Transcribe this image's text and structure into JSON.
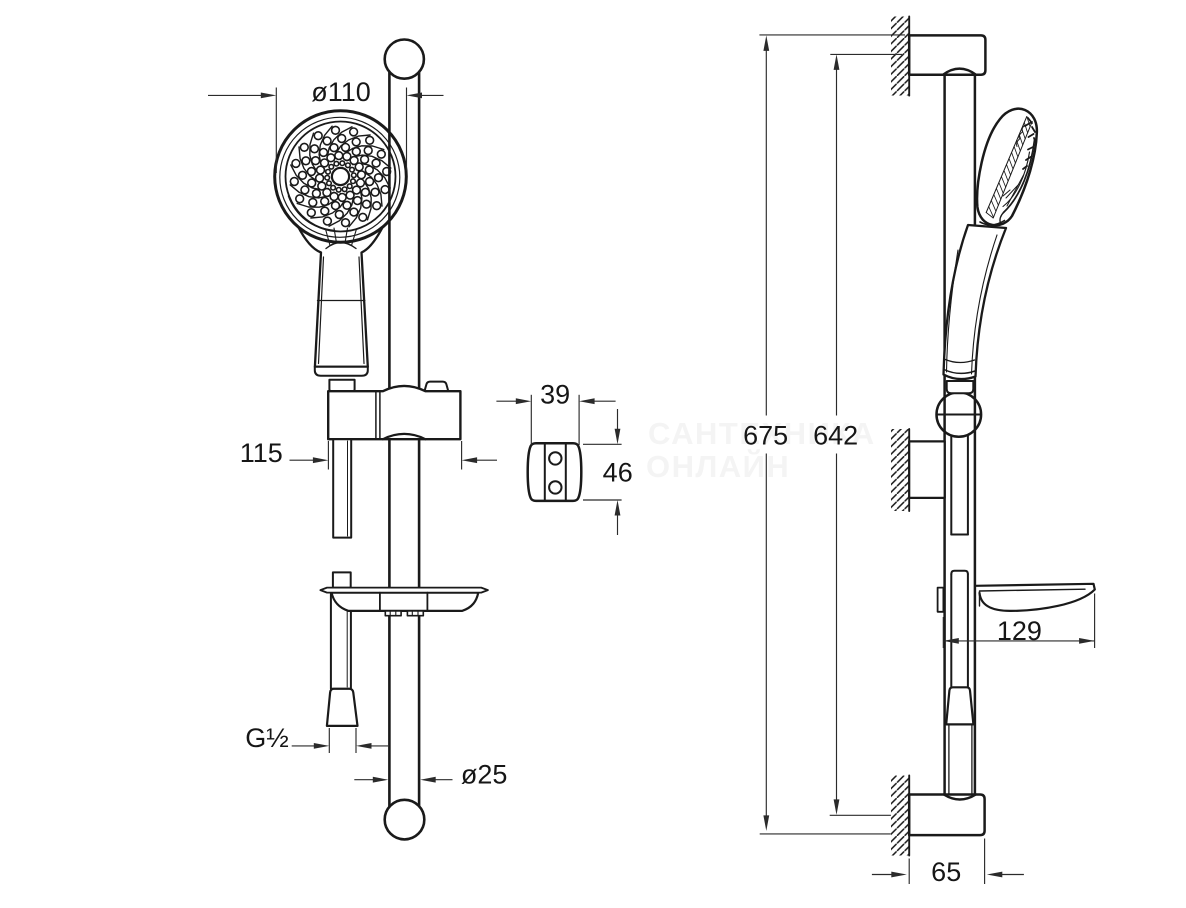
{
  "document": {
    "type": "technical-drawing",
    "subject": "shower rail set with hand shower, sliding holder and soap dish",
    "views": [
      "front-view",
      "wall-bracket-detail",
      "side-view"
    ],
    "units": "mm",
    "background_color": "#ffffff",
    "line_color": "#1a1a1a",
    "dim_line_color": "#2b2b2b"
  },
  "dimensions": {
    "head_diameter": {
      "label": "ø110"
    },
    "holder_width": {
      "label": "115"
    },
    "thread_size": {
      "label": "G½"
    },
    "rail_diameter": {
      "label": "ø25"
    },
    "bracket_width": {
      "label": "39"
    },
    "bracket_height": {
      "label": "46"
    },
    "total_height": {
      "label": "675"
    },
    "rail_height": {
      "label": "642"
    },
    "soap_dish_depth": {
      "label": "129"
    },
    "wall_offset": {
      "label": "65"
    }
  },
  "watermark": {
    "line1": "САНТЕХНИКА",
    "line2": "ОНЛАЙН",
    "color": "#f4f4f4"
  }
}
